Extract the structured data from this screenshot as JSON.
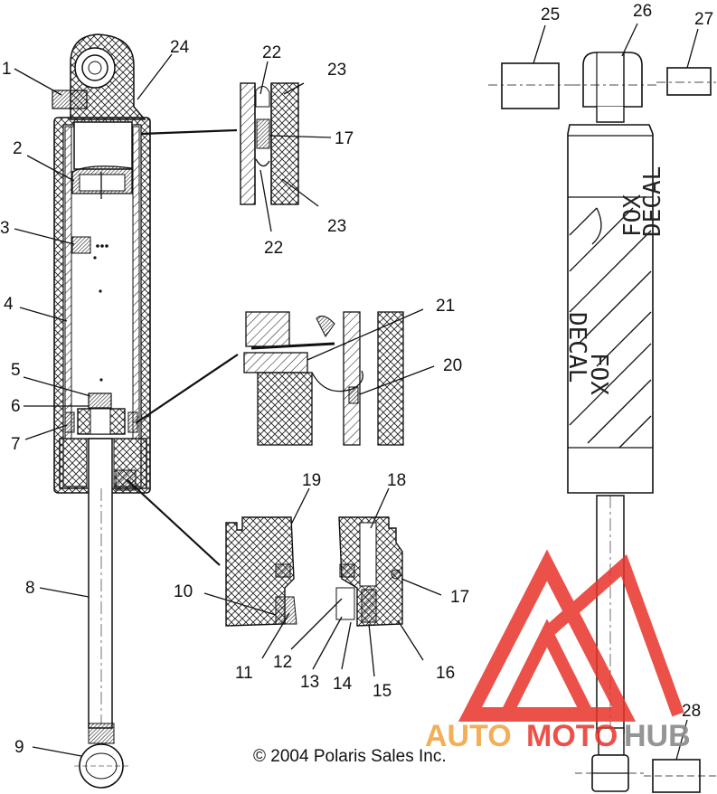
{
  "callouts": {
    "c1": "1",
    "c2": "2",
    "c3": "3",
    "c4": "4",
    "c5": "5",
    "c6": "6",
    "c7": "7",
    "c8": "8",
    "c9": "9",
    "c10": "10",
    "c11": "11",
    "c12": "12",
    "c13": "13",
    "c14": "14",
    "c15": "15",
    "c16": "16",
    "c17a": "17",
    "c17b": "17",
    "c18": "18",
    "c19": "19",
    "c20": "20",
    "c21": "21",
    "c22a": "22",
    "c22b": "22",
    "c23a": "23",
    "c23b": "23",
    "c24": "24",
    "c25": "25",
    "c26": "26",
    "c27": "27",
    "c28": "28"
  },
  "decal_text": {
    "line1": "FOX",
    "line2": "DECAL"
  },
  "copyright": "© 2004 Polaris Sales Inc.",
  "watermark": {
    "part1": "AUTO",
    "part2": "MOTO",
    "part3": "HUB"
  },
  "colors": {
    "line": "#111111",
    "watermark_red": "#e8332a",
    "watermark_orange": "#f2a23a",
    "watermark_gray": "#8a8a8a"
  }
}
